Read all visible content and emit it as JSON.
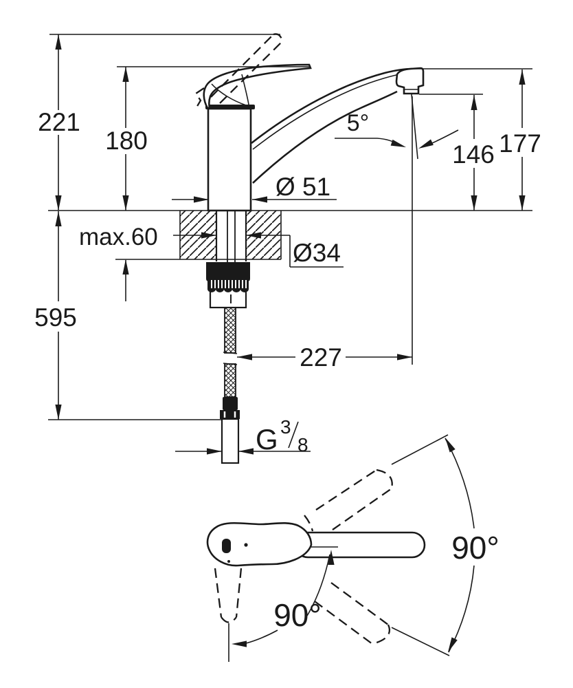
{
  "title": "Faucet technical dimension drawing",
  "colors": {
    "ink": "#1a1a1a",
    "paper": "#ffffff"
  },
  "side_view": {
    "dim_overall_height": "221",
    "dim_handle_height": "180",
    "dim_spout_outlet_height": "146",
    "dim_spout_top_height": "177",
    "dim_base_diameter": "Ø 51",
    "dim_hole_diameter": "Ø34",
    "dim_deck_thickness": "max.60",
    "dim_below_deck": "595",
    "dim_reach": "227",
    "dim_outlet_angle": "5°",
    "thread": {
      "g": "G",
      "numerator": "3",
      "denominator": "8"
    }
  },
  "top_view": {
    "dim_swivel_arc": "90°",
    "dim_handle_arc": "90°"
  }
}
